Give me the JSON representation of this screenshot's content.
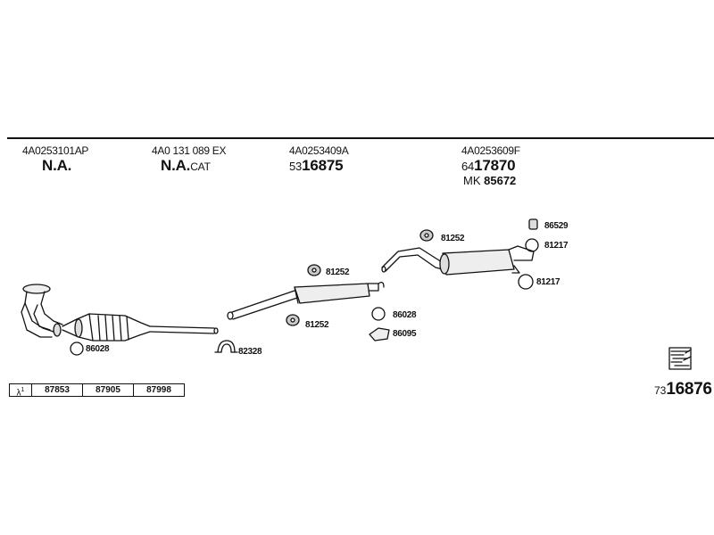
{
  "columns": [
    {
      "part_no": "4A0253101AP",
      "name": "N.A.",
      "suffix": ""
    },
    {
      "part_no": "4A0 131 089 EX",
      "name": "N.A.",
      "suffix": "CAT"
    },
    {
      "part_no": "4A0253409A",
      "ref_prefix": "53",
      "ref_main": "16875"
    },
    {
      "part_no": "4A0253609F",
      "ref_prefix": "64",
      "ref_main": "17870",
      "mk_prefix": "MK",
      "mk_value": "85672"
    }
  ],
  "labels": {
    "l86028a": "86028",
    "l82328": "82328",
    "l81252_top": "81252",
    "l81252_mid": "81252",
    "l81252_low": "81252",
    "l86028b": "86028",
    "l86095": "86095",
    "l86529": "86529",
    "l81217a": "81217",
    "l81217b": "81217"
  },
  "footer": {
    "lambda": "λ",
    "lambda_sup": "1",
    "boxes": [
      "87853",
      "87905",
      "87998"
    ]
  },
  "total": {
    "prefix": "73",
    "main": "16876"
  }
}
